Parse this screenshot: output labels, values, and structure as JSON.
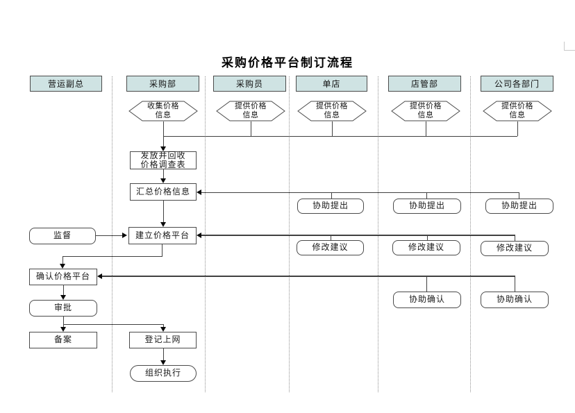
{
  "title": "采购价格平台制订流程",
  "lanes": [
    {
      "label": "营运副总"
    },
    {
      "label": "采购部"
    },
    {
      "label": "采购员"
    },
    {
      "label": "单店"
    },
    {
      "label": "店管部"
    },
    {
      "label": "公司各部门"
    }
  ],
  "nodes": {
    "collect": "收集价格信息",
    "provide_purchaser": "提供价格信息",
    "provide_store": "提供价格信息",
    "provide_store_mgmt": "提供价格信息",
    "provide_departments": "提供价格信息",
    "survey": "发放并回收价格调查表",
    "summarize": "汇总价格信息",
    "supervise": "监督",
    "build": "建立价格平台",
    "assist_propose_store": "协助提出",
    "assist_propose_store_mgmt": "协助提出",
    "assist_propose_departments": "协助提出",
    "suggest_store": "修改建议",
    "suggest_store_mgmt": "修改建议",
    "suggest_departments": "修改建议",
    "confirm": "确认价格平台",
    "assist_confirm_store_mgmt": "协助确认",
    "assist_confirm_departments": "协助确认",
    "approve": "审批",
    "record": "备案",
    "register": "登记上网",
    "execute": "组织执行"
  },
  "colors": {
    "lane_header_fill": "#cfe3e3",
    "line": "#404040",
    "background": "#ffffff"
  }
}
